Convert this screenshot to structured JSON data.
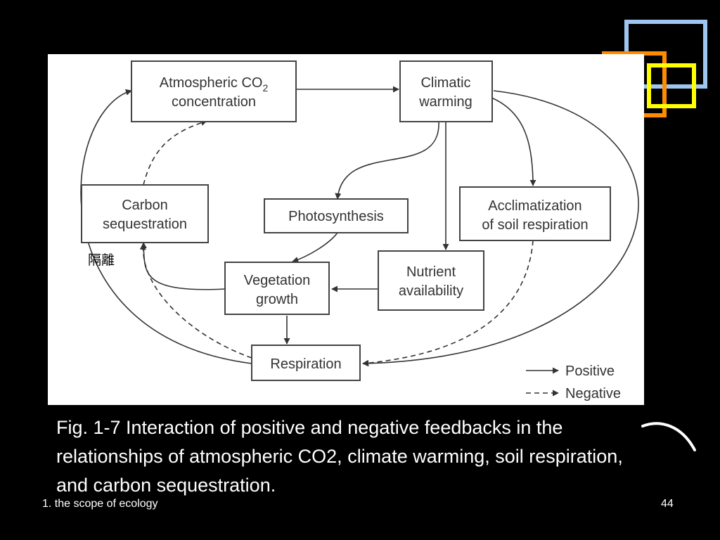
{
  "colors": {
    "background": "#000000",
    "deco_blue": "#9ec6f0",
    "deco_orange": "#ff8c00",
    "deco_yellow": "#ffff00",
    "caption_text": "#ffffff"
  },
  "diagram": {
    "nodes": {
      "atmospheric_co2": {
        "line1": "Atmospheric CO",
        "subscript": "2",
        "line2": "concentration"
      },
      "climatic_warming": {
        "line1": "Climatic",
        "line2": "warming"
      },
      "carbon_sequestration": {
        "line1": "Carbon",
        "line2": "sequestration"
      },
      "photosynthesis": {
        "line1": "Photosynthesis"
      },
      "acclimatization": {
        "line1": "Acclimatization",
        "line2": "of soil respiration"
      },
      "vegetation_growth": {
        "line1": "Vegetation",
        "line2": "growth"
      },
      "nutrient_availability": {
        "line1": "Nutrient",
        "line2": "availability"
      },
      "respiration": {
        "line1": "Respiration"
      }
    },
    "edges": [
      {
        "from": "Atmospheric CO2 concentration",
        "to": "Climatic warming",
        "type": "positive"
      },
      {
        "from": "Climatic warming",
        "to": "Photosynthesis",
        "type": "positive"
      },
      {
        "from": "Climatic warming",
        "to": "Nutrient availability",
        "type": "positive"
      },
      {
        "from": "Climatic warming",
        "to": "Acclimatization of soil respiration",
        "type": "positive"
      },
      {
        "from": "Climatic warming",
        "to": "Respiration",
        "type": "positive"
      },
      {
        "from": "Photosynthesis",
        "to": "Vegetation growth",
        "type": "positive"
      },
      {
        "from": "Nutrient availability",
        "to": "Vegetation growth",
        "type": "positive"
      },
      {
        "from": "Vegetation growth",
        "to": "Respiration",
        "type": "positive"
      },
      {
        "from": "Vegetation growth",
        "to": "Carbon sequestration",
        "type": "positive"
      },
      {
        "from": "Respiration",
        "to": "Atmospheric CO2 concentration",
        "type": "positive"
      },
      {
        "from": "Carbon sequestration",
        "to": "Atmospheric CO2 concentration",
        "type": "negative"
      },
      {
        "from": "Respiration",
        "to": "Carbon sequestration",
        "type": "negative"
      },
      {
        "from": "Acclimatization of soil respiration",
        "to": "Respiration",
        "type": "negative"
      }
    ],
    "legend": {
      "positive": "Positive",
      "negative": "Negative"
    },
    "annotation": "隔離"
  },
  "caption": {
    "text": "Fig. 1-7 Interaction of positive and negative feedbacks in the relationships of atmospheric CO2, climate warming, soil respiration, and carbon sequestration."
  },
  "footer": {
    "section": "1. the scope of ecology",
    "page_number": "44"
  }
}
